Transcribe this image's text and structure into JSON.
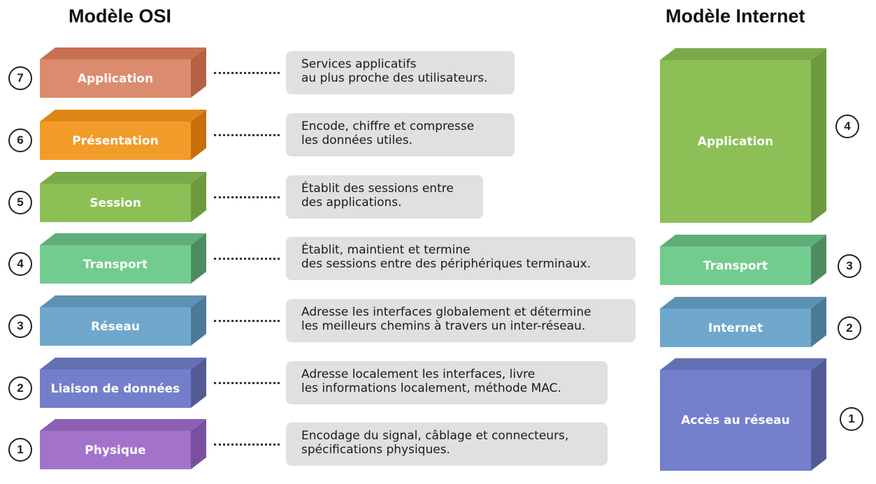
{
  "osi": {
    "title": "Modèle OSI",
    "layers": [
      {
        "num": "7",
        "name": "Application",
        "front": "#dc8c6e",
        "top": "#c87050",
        "side": "#b56244",
        "desc": [
          "Services applicatifs",
          "au plus proche des utilisateurs."
        ]
      },
      {
        "num": "6",
        "name": "Présentation",
        "front": "#f29c2a",
        "top": "#df8618",
        "side": "#c96e0c",
        "desc": [
          "Encode, chiffre et compresse",
          "les données utiles."
        ]
      },
      {
        "num": "5",
        "name": "Session",
        "front": "#8dbf57",
        "top": "#7aa94a",
        "side": "#6d9a3e",
        "desc": [
          "Établit des sessions entre",
          "des applications."
        ]
      },
      {
        "num": "4",
        "name": "Transport",
        "front": "#72cc8f",
        "top": "#5fae79",
        "side": "#4d8c61",
        "desc": [
          "Établit, maintient et termine",
          "des sessions entre des périphériques terminaux."
        ]
      },
      {
        "num": "3",
        "name": "Réseau",
        "front": "#6fa8cc",
        "top": "#5d91b2",
        "side": "#4b7a97",
        "desc": [
          "Adresse les interfaces globalement et détermine",
          "les meilleurs chemins à travers un inter-réseau."
        ]
      },
      {
        "num": "2",
        "name": "Liaison de données",
        "front": "#737fcb",
        "top": "#6570b3",
        "side": "#525b94",
        "desc": [
          "Adresse localement les interfaces, livre",
          "les informations localement, méthode MAC."
        ]
      },
      {
        "num": "1",
        "name": "Physique",
        "front": "#a373cc",
        "top": "#8c60b5",
        "side": "#7a4fa0",
        "desc": [
          "Encodage du signal, câblage et connecteurs,",
          "spécifications physiques."
        ]
      }
    ]
  },
  "internet": {
    "title": "Modèle Internet",
    "layers": [
      {
        "num": "4",
        "name": "Application",
        "front": "#8dbf57",
        "top": "#7aa94a",
        "side": "#6d9a3e"
      },
      {
        "num": "3",
        "name": "Transport",
        "front": "#72cc8f",
        "top": "#5fae79",
        "side": "#4d8c61"
      },
      {
        "num": "2",
        "name": "Internet",
        "front": "#6fa8cc",
        "top": "#5d91b2",
        "side": "#4b7a97"
      },
      {
        "num": "1",
        "name": "Accès au réseau",
        "front": "#737fcb",
        "top": "#6570b3",
        "side": "#525b94"
      }
    ]
  }
}
